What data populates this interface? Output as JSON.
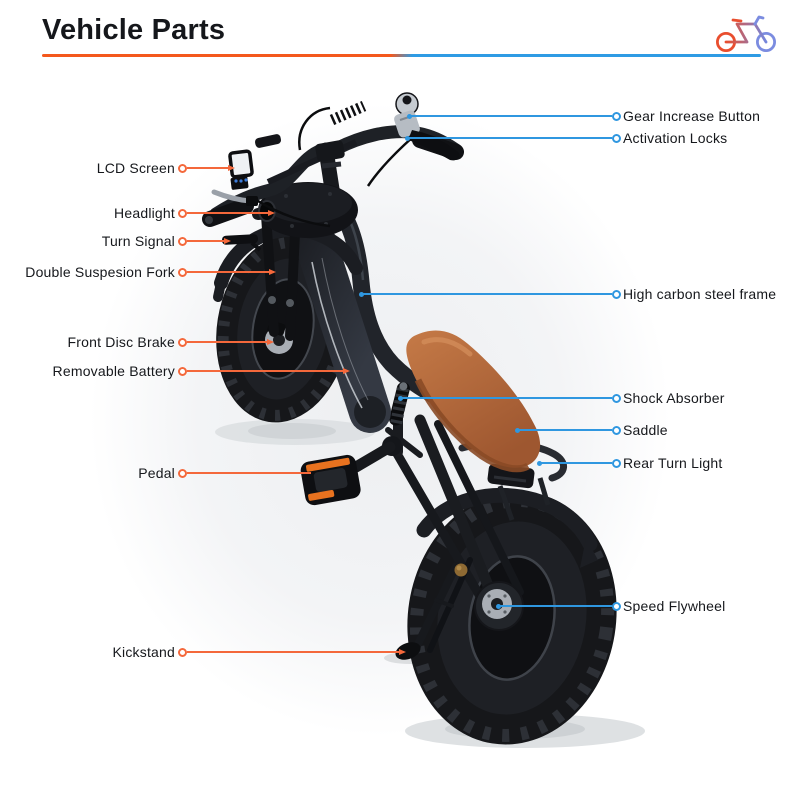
{
  "header": {
    "title": "Vehicle Parts",
    "brand_icon": "bicycle-icon"
  },
  "colors": {
    "accent_orange": "#F4683B",
    "accent_blue": "#2F97E0",
    "underline_orange": "#F4581C",
    "underline_blue": "#2E9BE4",
    "saddle_brown": "#B4693C",
    "bike_dark": "#17181B",
    "label_text": "#16181C"
  },
  "diagram": {
    "callouts_left": [
      {
        "label": "LCD Screen"
      },
      {
        "label": "Headlight"
      },
      {
        "label": "Turn Signal"
      },
      {
        "label": "Double Suspesion Fork"
      },
      {
        "label": "Front Disc Brake"
      },
      {
        "label": "Removable Battery"
      },
      {
        "label": "Pedal"
      },
      {
        "label": "Kickstand"
      }
    ],
    "callouts_right": [
      {
        "label": "Gear Increase Button"
      },
      {
        "label": "Activation Locks"
      },
      {
        "label": "High carbon steel frame"
      },
      {
        "label": "Shock Absorber"
      },
      {
        "label": "Saddle"
      },
      {
        "label": "Rear Turn Light"
      },
      {
        "label": "Speed Flywheel"
      }
    ]
  }
}
